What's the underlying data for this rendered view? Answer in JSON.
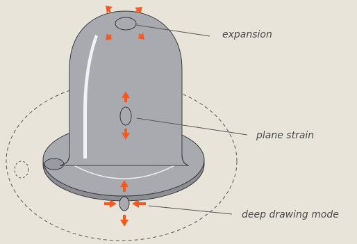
{
  "callouts": {
    "expansion": "expansion",
    "plane_strain": "plane strain",
    "deep_drawing_mode": "deep drawing mode"
  },
  "colors": {
    "background": "#e8e4da",
    "part_fill": "#a9aaaf",
    "part_outline": "#3a3a3c",
    "arrow": "#f25a22",
    "leader_line": "#555555",
    "dashed_outline": "#555555"
  }
}
